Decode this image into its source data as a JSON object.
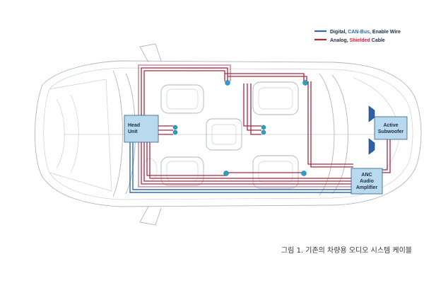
{
  "legend": {
    "digital_prefix": "Digital, ",
    "digital_highlight": "CAN-Bus",
    "digital_suffix": ", Enable Wire",
    "analog_prefix": "Analog, ",
    "analog_highlight": "Shielded",
    "analog_suffix": " Cable",
    "colors": {
      "digital": "#2b6cb0",
      "analog": "#a8283e",
      "text": "#1b2b4a"
    }
  },
  "components": {
    "head_unit": {
      "line1": "Head",
      "line2": "Unit"
    },
    "subwoofer": {
      "line1": "Active",
      "line2": "Subwoofer"
    },
    "amplifier": {
      "line1": "ANC",
      "line2": "Audio",
      "line3": "Amplifier"
    },
    "box_color": "#b9d9ef"
  },
  "icons": {
    "speaker": "speaker-icon",
    "subwoofer_driver": "subwoofer-driver-icon"
  },
  "caption": "그림 1. 기존의 차량용 오디오 시스템 케이블"
}
